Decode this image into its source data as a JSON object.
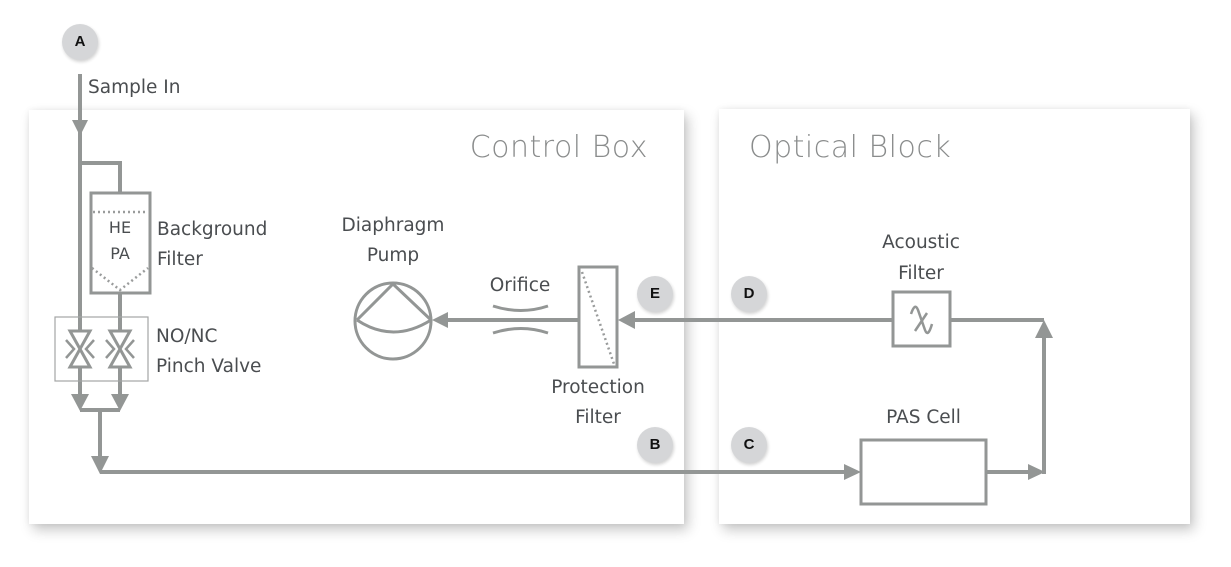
{
  "title": "Sample flow path diagram",
  "colors": {
    "line": "#939695",
    "panel_title": "#8a8c8c",
    "label": "#4a4d50",
    "badge": "#d5d6d8"
  },
  "panels": {
    "control_box": {
      "title": "Control Box"
    },
    "optical_block": {
      "title": "Optical Block"
    }
  },
  "badges": {
    "a": "A",
    "b": "B",
    "c": "C",
    "d": "D",
    "e": "E"
  },
  "labels": {
    "sample_in": "Sample In",
    "background_filter": [
      "Background",
      "Filter"
    ],
    "hepa": [
      "HE",
      "PA"
    ],
    "pinch_valve": [
      "NO/NC",
      "Pinch Valve"
    ],
    "diaphragm_pump": [
      "Diaphragm",
      "Pump"
    ],
    "orifice": "Orifice",
    "protection_filter": [
      "Protection",
      "Filter"
    ],
    "acoustic_filter": [
      "Acoustic",
      "Filter"
    ],
    "pas_cell": "PAS Cell"
  }
}
